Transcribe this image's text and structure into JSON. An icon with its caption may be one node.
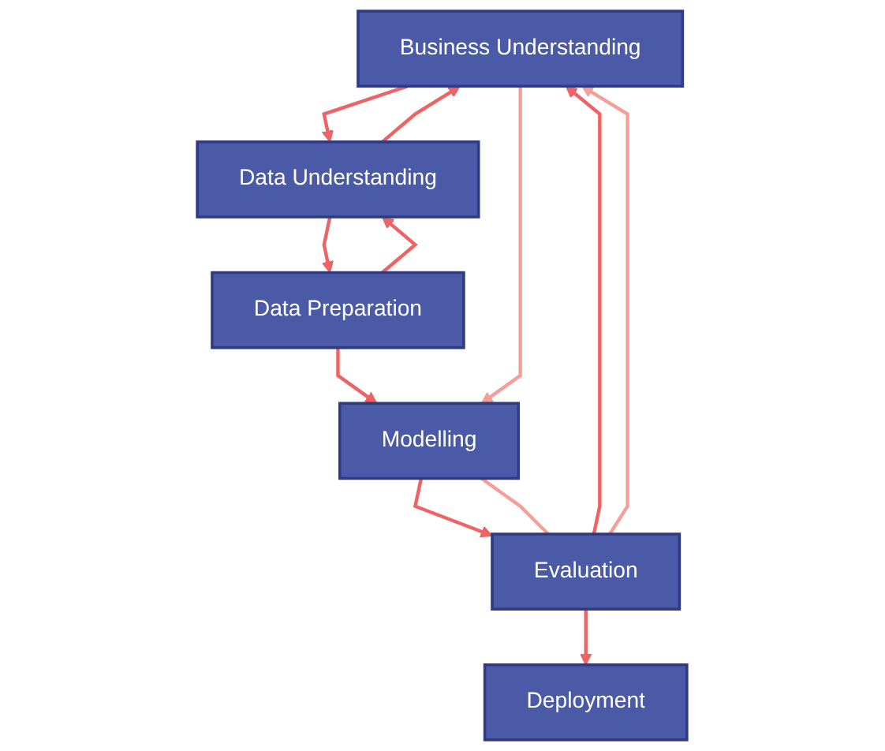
{
  "diagram": {
    "nodes": [
      {
        "text": [
          "Business Understanding"
        ]
      },
      {
        "text": [
          "Data Understanding"
        ]
      },
      {
        "text": [
          "Data Preparation"
        ]
      },
      {
        "text": [
          "Modelling"
        ]
      },
      {
        "text": [
          "Evaluation"
        ]
      },
      {
        "text": [
          "Deployment"
        ]
      }
    ],
    "edges": [
      {
        "from": 0,
        "to": 1,
        "arrow": "to"
      },
      {
        "from": 1,
        "to": 0,
        "arrow": "to"
      },
      {
        "from": 1,
        "to": 2,
        "arrow": "to"
      },
      {
        "from": 2,
        "to": 1,
        "arrow": "to"
      },
      {
        "from": 2,
        "to": 3,
        "arrow": "to"
      },
      {
        "from": 3,
        "to": 4,
        "arrow": "to"
      },
      {
        "from": 4,
        "to": 0,
        "arrow": "to"
      },
      {
        "from": 4,
        "to": 5,
        "arrow": "to"
      },
      {
        "from": 0,
        "to": 3,
        "arrow": "to",
        "color": "#f4a098"
      },
      {
        "from": 3,
        "to": 4,
        "arrow": "none",
        "color": "#f4a098"
      },
      {
        "from": 4,
        "to": 0,
        "arrow": "to",
        "color": "#f4a098"
      }
    ]
  }
}
